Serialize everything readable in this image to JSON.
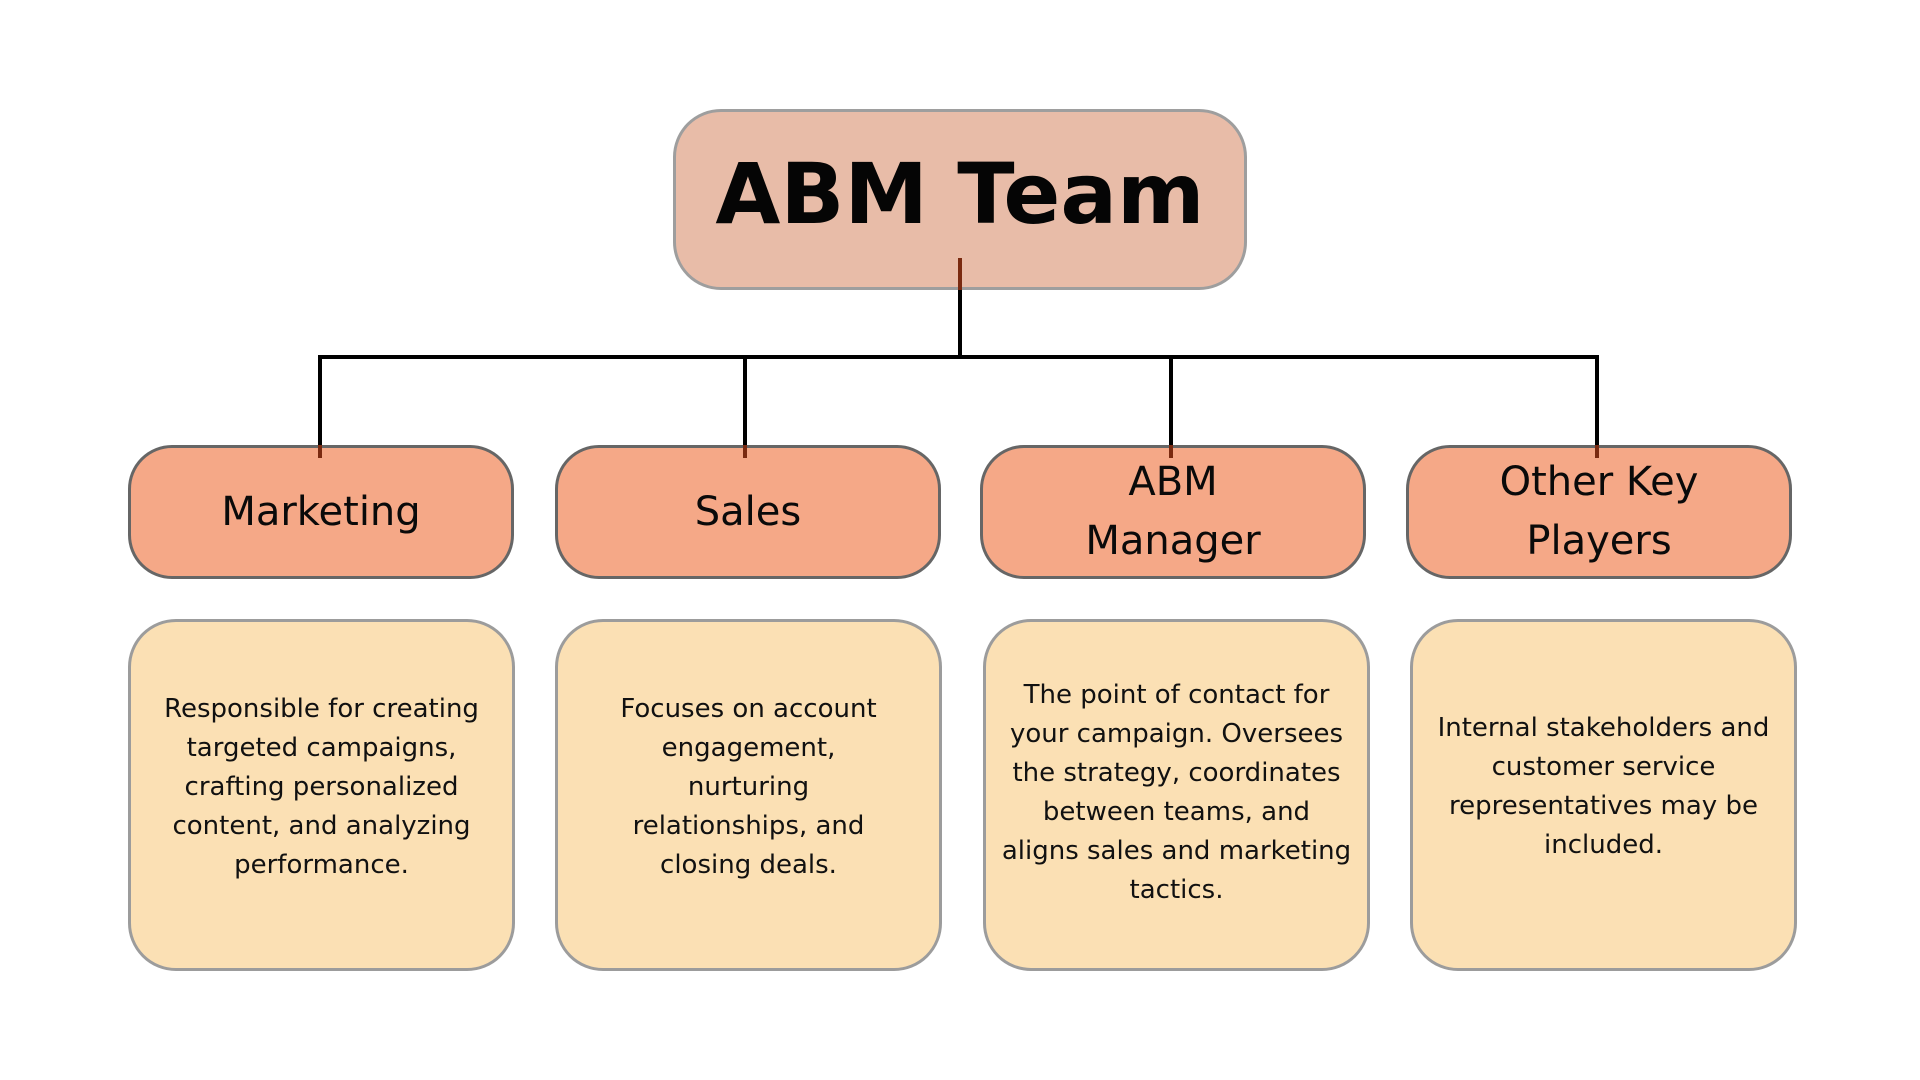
{
  "diagram": {
    "root": {
      "label": "ABM Team"
    },
    "roles": [
      {
        "label": "Marketing",
        "description": "Responsible for creating targeted campaigns, crafting personalized content, and analyzing performance."
      },
      {
        "label": "Sales",
        "description": "Focuses on account engagement, nurturing relationships, and closing deals."
      },
      {
        "label": "ABM Manager",
        "description": "The point of contact for your campaign. Oversees the strategy, coordinates between teams, and aligns sales and marketing tactics."
      },
      {
        "label": "Other Key Players",
        "description": "Internal stakeholders and customer service representatives may be included."
      }
    ]
  },
  "colors": {
    "root_fill": "#e8bca8",
    "role_fill": "#f5a887",
    "description_fill": "#fbe0b4",
    "connector": "#000000"
  }
}
